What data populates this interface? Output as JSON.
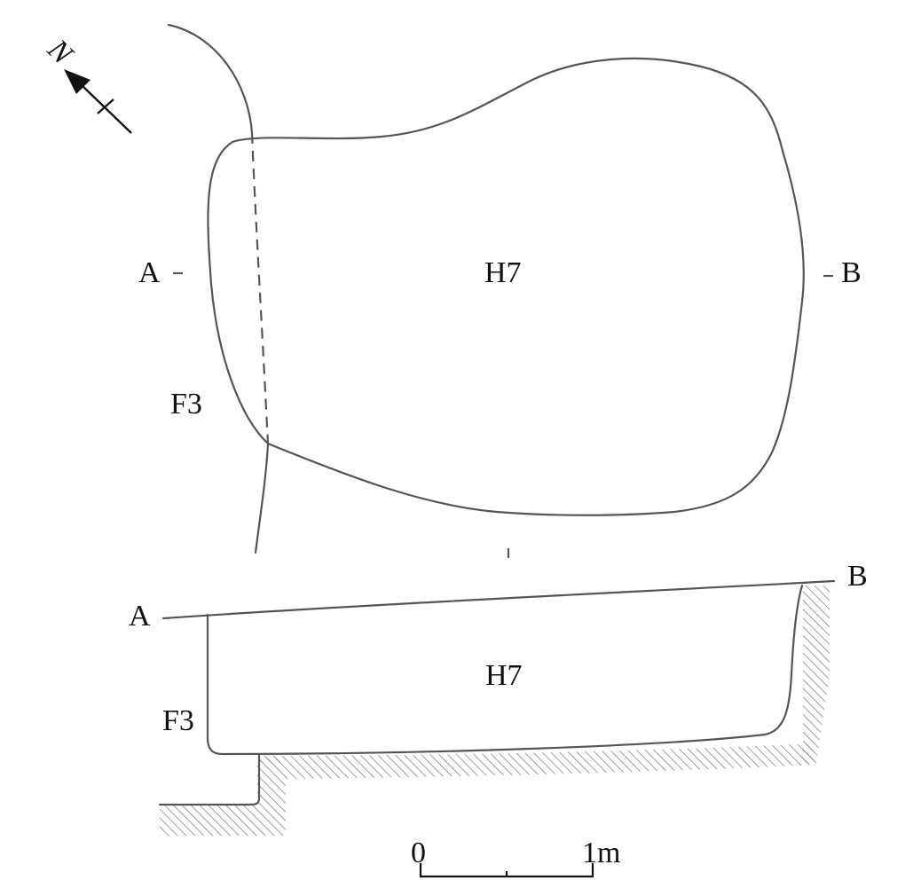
{
  "plan": {
    "north_label": "N",
    "feature_label": "H7",
    "adjacent_label": "F3",
    "section_start": "A",
    "section_end": "B"
  },
  "section": {
    "feature_label": "H7",
    "adjacent_label": "F3",
    "start_label": "A",
    "end_label": "B"
  },
  "scale_bar": {
    "zero_label": "0",
    "end_label": "1m"
  }
}
